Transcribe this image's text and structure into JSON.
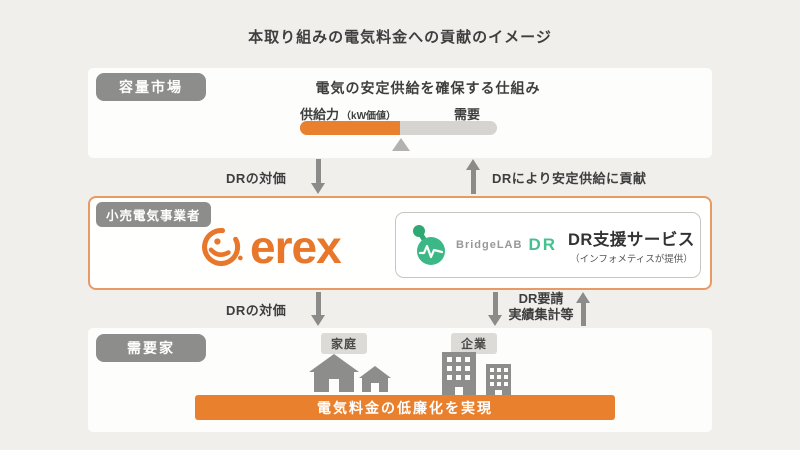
{
  "title": "本取り組みの電気料金への貢献のイメージ",
  "capacity_market": {
    "badge": "容量市場",
    "description": "電気の安定供給を確保する仕組み",
    "supply_label": "供給力",
    "supply_unit": "（kW価値）",
    "demand_label": "需要"
  },
  "flow_top": {
    "left_label": "DRの対価",
    "right_label": "DRにより安定供給に貢献"
  },
  "retailer": {
    "badge": "小売電気事業者",
    "erex_wordmark": "erex",
    "service_box": {
      "brand": "BridgeLAB",
      "brand_dr": "DR",
      "title": "DR支援サービス",
      "provider": "（インフォメティスが提供）"
    }
  },
  "flow_bottom": {
    "left_label": "DRの対価",
    "request_line1": "DR要請",
    "request_line2": "実績集計等"
  },
  "consumers": {
    "badge": "需要家",
    "home_label": "家庭",
    "company_label": "企業",
    "banner": "電気料金の低廉化を実現"
  },
  "colors": {
    "orange": "#E8802E",
    "orange_border": "#E89A65",
    "badge_gray": "#8D8D8B",
    "arrow_gray": "#8B8B89",
    "bar_gray": "#D5D4D1",
    "bridgelab_green": "#3CB886"
  }
}
